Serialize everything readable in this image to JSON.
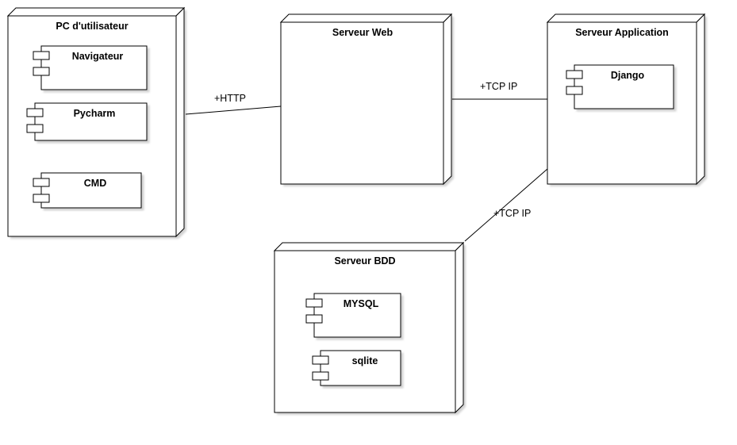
{
  "nodes": {
    "pc": {
      "title": "PC d'utilisateur",
      "components": [
        "Navigateur",
        "Pycharm",
        "CMD"
      ]
    },
    "web": {
      "title": "Serveur Web",
      "components": []
    },
    "app": {
      "title": "Serveur Application",
      "components": [
        "Django"
      ]
    },
    "bdd": {
      "title": "Serveur BDD",
      "components": [
        "MYSQL",
        "sqlite"
      ]
    }
  },
  "connections": [
    {
      "from": "PC d'utilisateur",
      "to": "Serveur Web",
      "label": "+HTTP"
    },
    {
      "from": "Serveur Web",
      "to": "Serveur Application",
      "label": "+TCP IP"
    },
    {
      "from": "Serveur Application",
      "to": "Serveur BDD",
      "label": "+TCP IP"
    }
  ]
}
